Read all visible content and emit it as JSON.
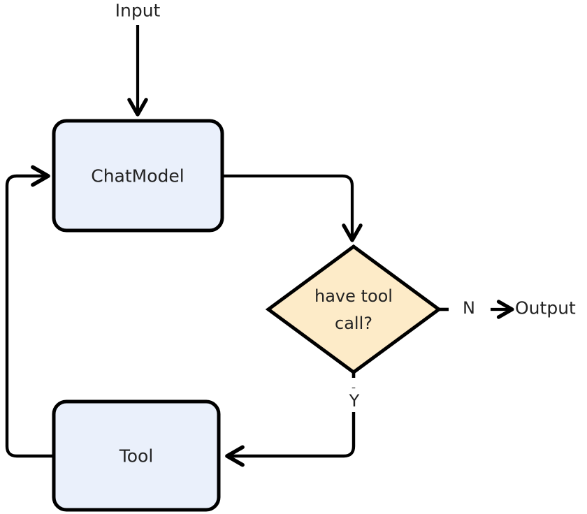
{
  "diagram": {
    "title": "Agent loop flowchart",
    "type": "flowchart",
    "colors": {
      "process_fill": "#eaf0fb",
      "decision_fill": "#fdebc8",
      "stroke": "#000000",
      "text": "#232323",
      "background": "#ffffff"
    },
    "terminals": {
      "input": "Input",
      "output": "Output"
    },
    "nodes": [
      {
        "id": "chatmodel",
        "label": "ChatModel",
        "shape": "rounded-rect"
      },
      {
        "id": "decision",
        "label_line1": "have tool",
        "label_line2": "call?",
        "shape": "diamond"
      },
      {
        "id": "tool",
        "label": "Tool",
        "shape": "rounded-rect"
      }
    ],
    "edges": [
      {
        "id": "input-to-chatmodel",
        "from": "Input",
        "to": "ChatModel",
        "label": "",
        "style": "solid"
      },
      {
        "id": "chatmodel-to-decision",
        "from": "ChatModel",
        "to": "have tool call?",
        "label": "",
        "style": "solid"
      },
      {
        "id": "decision-to-output",
        "from": "have tool call?",
        "to": "Output",
        "label": "N",
        "style": "dashed"
      },
      {
        "id": "decision-to-tool",
        "from": "have tool call?",
        "to": "Tool",
        "label": "Y",
        "style": "dashed"
      },
      {
        "id": "tool-to-chatmodel",
        "from": "Tool",
        "to": "ChatModel",
        "label": "",
        "style": "solid"
      }
    ]
  }
}
